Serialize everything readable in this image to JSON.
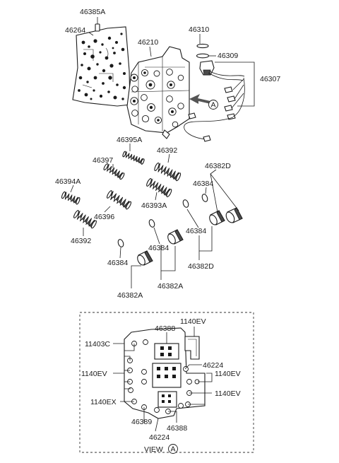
{
  "labels": {
    "p46385A": "46385A",
    "p46264": "46264",
    "p46210": "46210",
    "p46310": "46310",
    "p46309": "46309",
    "p46307": "46307",
    "p46395A": "46395A",
    "p46397": "46397",
    "p46392a": "46392",
    "p46382D_top": "46382D",
    "p46394A": "46394A",
    "p46384_a": "46384",
    "p46393A": "46393A",
    "p46396": "46396",
    "p46392b": "46392",
    "p46384_b": "46384",
    "p46384_c": "46384",
    "p46382D_bot": "46382D",
    "p46384_d": "46384",
    "p46382A_r": "46382A",
    "p46382A_l": "46382A",
    "callout_A": "A"
  },
  "view": {
    "p46388_top": "46388",
    "p1140EV_top": "1140EV",
    "p11403C": "11403C",
    "p46224_r": "46224",
    "p1140EV_r1": "1140EV",
    "p1140EV_l": "1140EV",
    "p1140EV_r2": "1140EV",
    "p1140EX": "1140EX",
    "p46389": "46389",
    "p46388_bot": "46388",
    "p46224_bot": "46224",
    "title": "VIEW",
    "title_ref": "A"
  },
  "colors": {
    "ink": "#1a1a1a",
    "shade": "#4a4a4a",
    "arrow": "#555555"
  }
}
